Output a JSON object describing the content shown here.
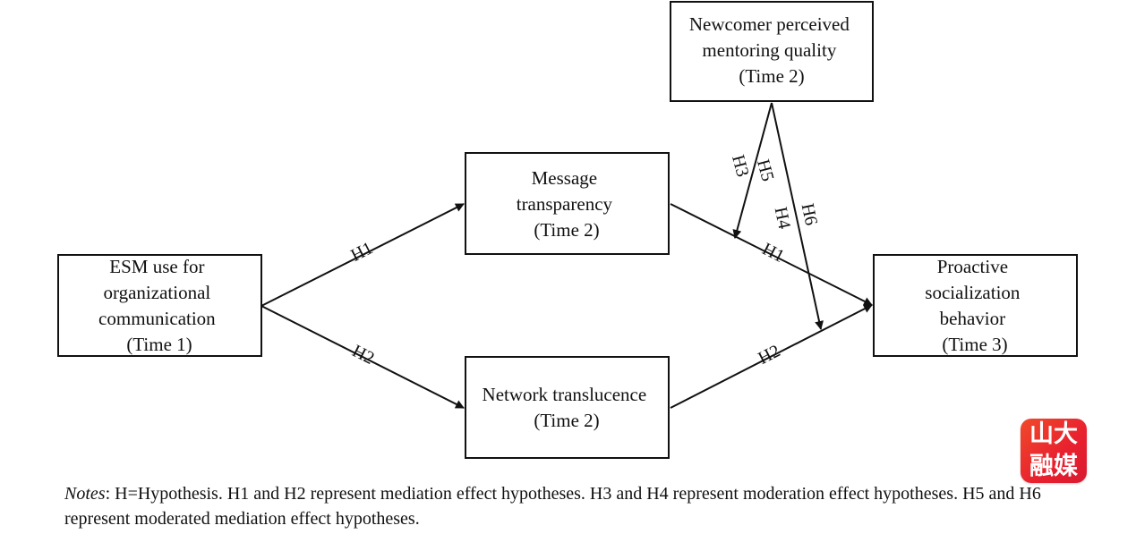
{
  "nodes": {
    "mentoring": [
      "Newcomer perceived",
      "mentoring quality",
      "(Time 2)"
    ],
    "transparency": [
      "Message",
      "transparency",
      "(Time 2)"
    ],
    "esm": [
      "ESM use for",
      "organizational",
      "communication",
      "(Time 1)"
    ],
    "proactive": [
      "Proactive",
      "socialization",
      "behavior",
      "(Time 3)"
    ],
    "translucence": [
      "Network translucence",
      "(Time 2)"
    ]
  },
  "edge_labels": {
    "h1_left": "H1",
    "h2_left": "H2",
    "h1_right": "H1",
    "h2_right": "H2",
    "h3": "H3",
    "h5": "H5",
    "h4": "H4",
    "h6": "H6"
  },
  "notes": {
    "head": "Notes",
    "body": ": H=Hypothesis. H1 and H2 represent mediation effect hypotheses. H3 and H4 represent moderation effect hypotheses. H5 and H6 represent moderated mediation effect hypotheses."
  },
  "logo": {
    "line1": "山大",
    "line2": "融媒"
  },
  "colors": {
    "stroke": "#111111",
    "logo_red": "#e8202f"
  }
}
